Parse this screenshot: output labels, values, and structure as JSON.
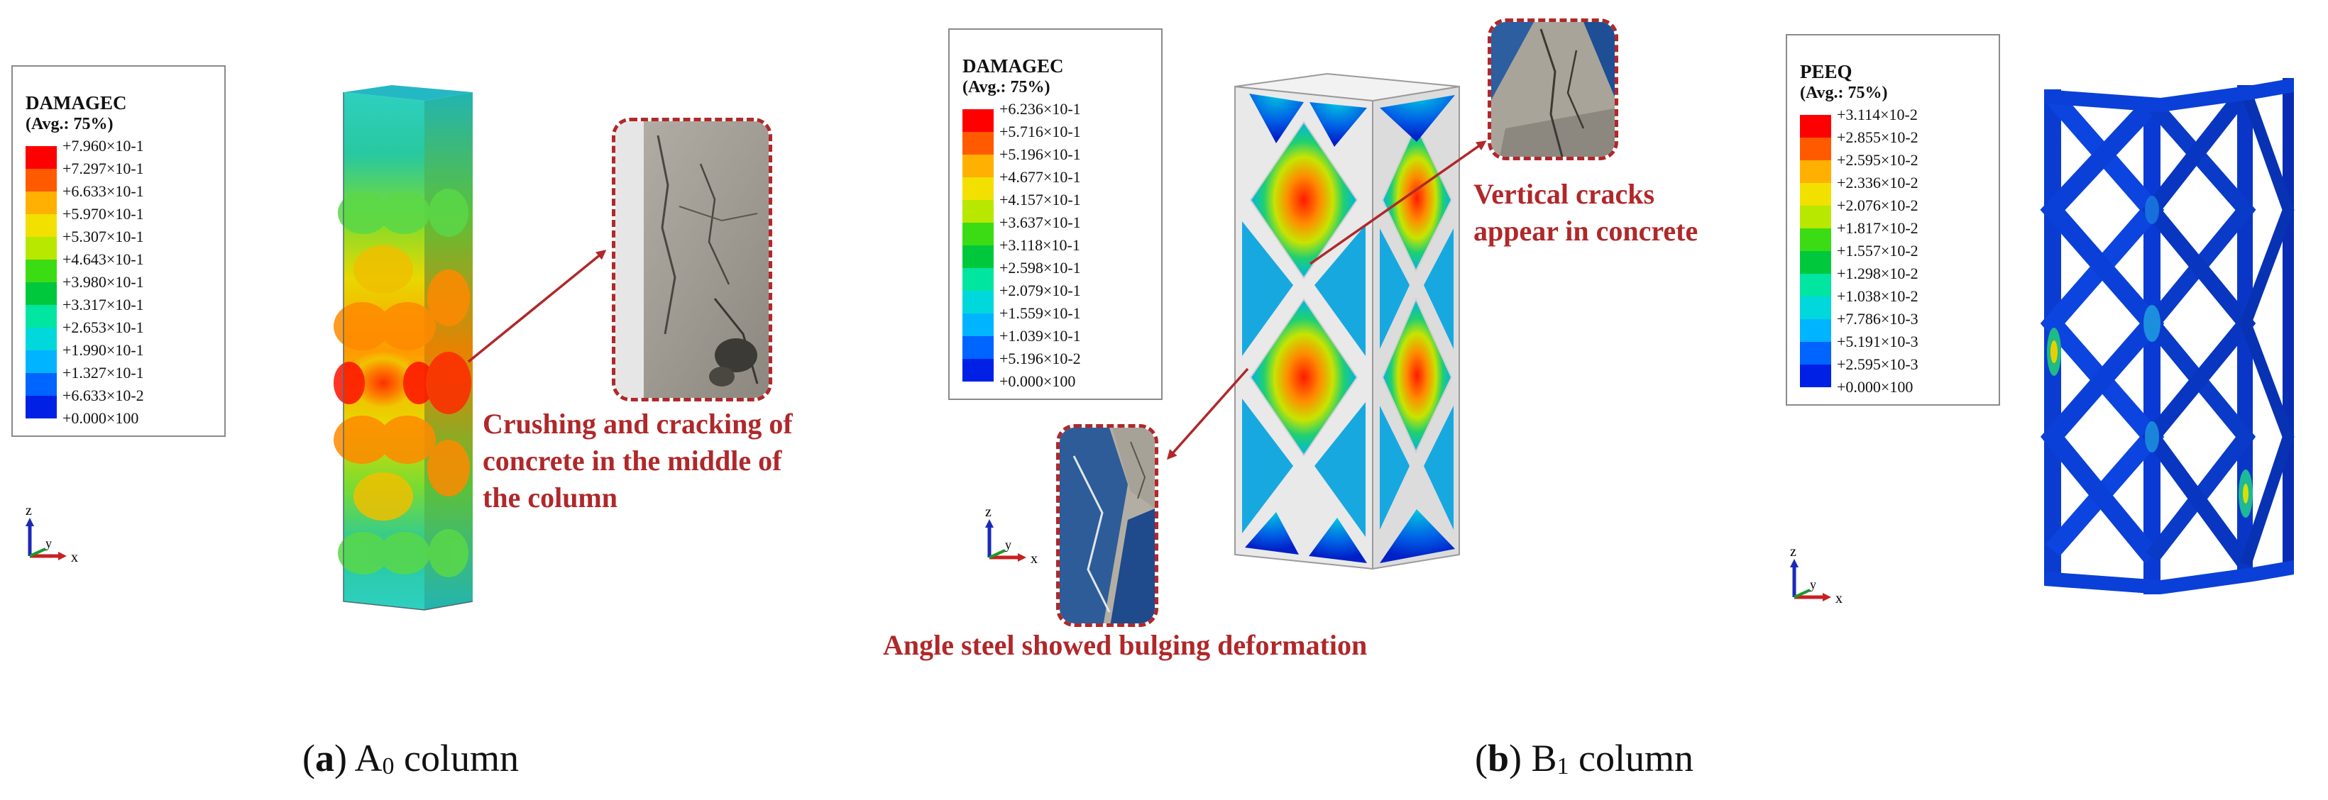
{
  "legends": [
    {
      "id": "a",
      "title": "DAMAGEC",
      "subtitle": "(Avg.: 75%)",
      "values": [
        "+7.960×10-1",
        "+7.297×10-1",
        "+6.633×10-1",
        "+5.970×10-1",
        "+5.307×10-1",
        "+4.643×10-1",
        "+3.980×10-1",
        "+3.317×10-1",
        "+2.653×10-1",
        "+1.990×10-1",
        "+1.327×10-1",
        "+6.633×10-2",
        "+0.000×100"
      ]
    },
    {
      "id": "b",
      "title": "DAMAGEC",
      "subtitle": "(Avg.: 75%)",
      "values": [
        "+6.236×10-1",
        "+5.716×10-1",
        "+5.196×10-1",
        "+4.677×10-1",
        "+4.157×10-1",
        "+3.637×10-1",
        "+3.118×10-1",
        "+2.598×10-1",
        "+2.079×10-1",
        "+1.559×10-1",
        "+1.039×10-1",
        "+5.196×10-2",
        "+0.000×100"
      ]
    },
    {
      "id": "c",
      "title": "PEEQ",
      "subtitle": "(Avg.: 75%)",
      "values": [
        "+3.114×10-2",
        "+2.855×10-2",
        "+2.595×10-2",
        "+2.336×10-2",
        "+2.076×10-2",
        "+1.817×10-2",
        "+1.557×10-2",
        "+1.298×10-2",
        "+1.038×10-2",
        "+7.786×10-3",
        "+5.191×10-3",
        "+2.595×10-3",
        "+0.000×100"
      ]
    }
  ],
  "legend_colors": [
    "#ff0000",
    "#ff5a00",
    "#ffb000",
    "#f2e000",
    "#b8e800",
    "#3cdc14",
    "#00c83c",
    "#00e6a0",
    "#00d8dc",
    "#00b4ff",
    "#0064ff",
    "#0020e6"
  ],
  "callouts": {
    "a": [
      "Crushing and cracking of",
      "concrete in the middle of",
      "the column"
    ],
    "b_top": [
      "Vertical cracks",
      "appear in concrete"
    ],
    "b_bottom": "Angle steel showed bulging deformation"
  },
  "axis": {
    "z": "z",
    "y": "y",
    "x": "x"
  },
  "captions": {
    "a": {
      "letter": "a",
      "base": "A",
      "sub": "0",
      "text": "column"
    },
    "b": {
      "letter": "b",
      "base": "B",
      "sub": "1",
      "text": "column"
    }
  }
}
